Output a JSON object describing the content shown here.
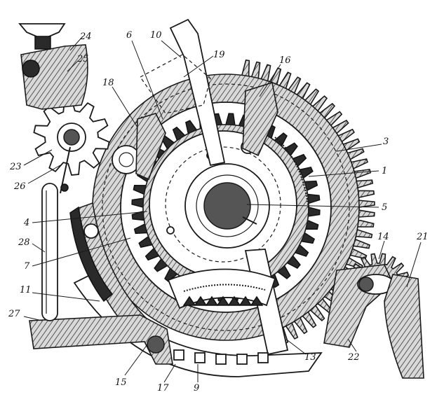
{
  "callouts": [
    {
      "id": "24",
      "text": "24"
    },
    {
      "id": "25",
      "text": "25"
    },
    {
      "id": "6",
      "text": "6"
    },
    {
      "id": "10",
      "text": "10"
    },
    {
      "id": "19",
      "text": "19"
    },
    {
      "id": "16",
      "text": "16"
    },
    {
      "id": "18",
      "text": "18"
    },
    {
      "id": "3",
      "text": "3"
    },
    {
      "id": "1",
      "text": "1"
    },
    {
      "id": "23",
      "text": "23"
    },
    {
      "id": "26",
      "text": "26"
    },
    {
      "id": "5",
      "text": "5"
    },
    {
      "id": "4",
      "text": "4"
    },
    {
      "id": "28",
      "text": "28"
    },
    {
      "id": "7",
      "text": "7"
    },
    {
      "id": "14",
      "text": "14"
    },
    {
      "id": "21",
      "text": "21"
    },
    {
      "id": "11",
      "text": "11"
    },
    {
      "id": "27",
      "text": "27"
    },
    {
      "id": "13",
      "text": "13"
    },
    {
      "id": "22",
      "text": "22"
    },
    {
      "id": "15",
      "text": "15"
    },
    {
      "id": "17",
      "text": "17"
    },
    {
      "id": "9",
      "text": "9"
    }
  ]
}
